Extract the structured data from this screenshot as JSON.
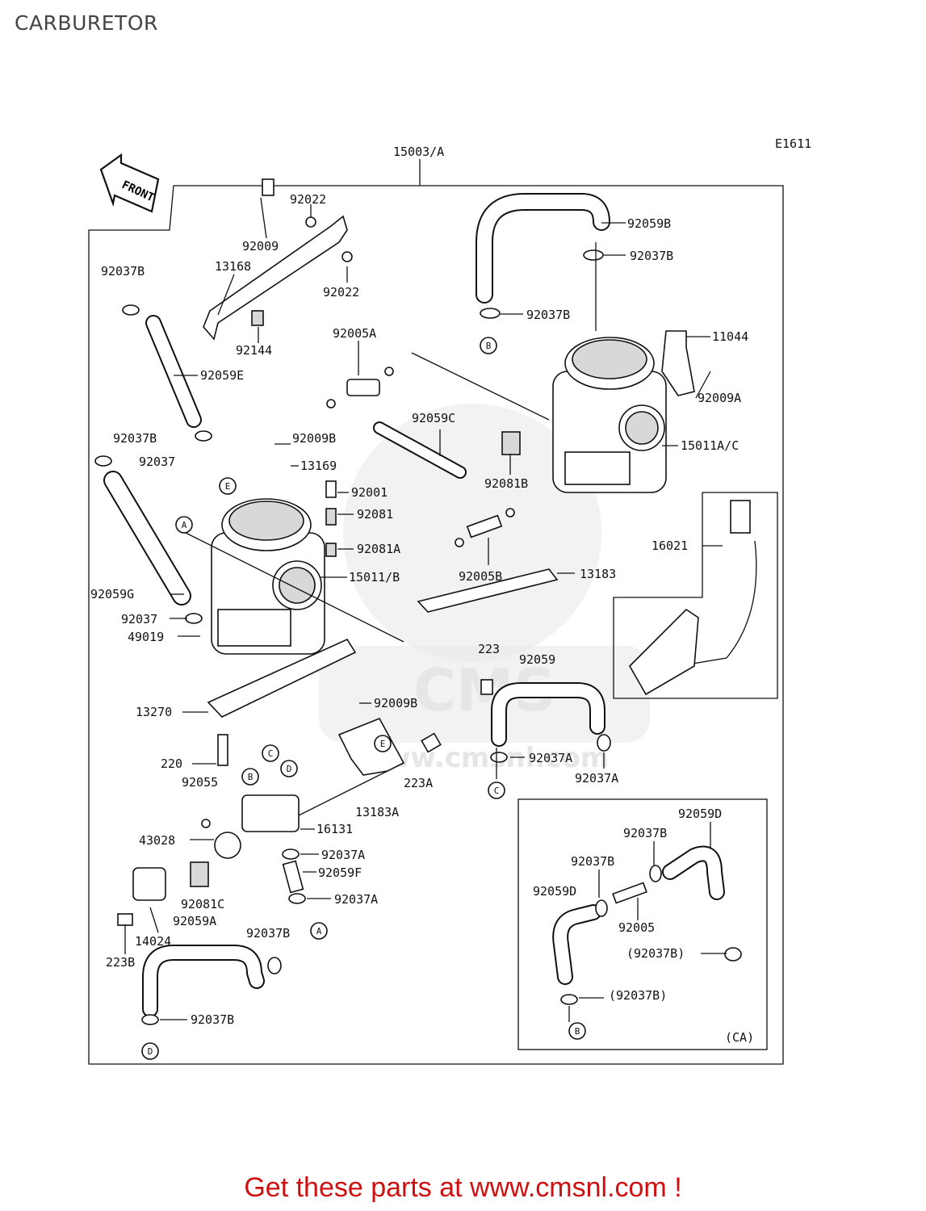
{
  "title": "CARBURETOR",
  "footer": "Get these parts at www.cmsnl.com !",
  "diagram_code": "E1611",
  "front_label": "FRONT",
  "watermark": "www.cmsnl.com",
  "callout_letters": [
    "A",
    "B",
    "C",
    "D",
    "E"
  ],
  "ca_label": "(CA)",
  "part_numbers": {
    "p15003a": "15003/A",
    "p92022a": "92022",
    "p92009": "92009",
    "p13168": "13168",
    "p92022b": "92022",
    "p92144": "92144",
    "p92037b_tl": "92037B",
    "p92059e": "92059E",
    "p92037b_l2": "92037B",
    "p92037_l": "92037",
    "p92009b_t": "92009B",
    "p13169": "13169",
    "p92005a": "92005A",
    "p92059c": "92059C",
    "p92059b": "92059B",
    "p92037b_r1": "92037B",
    "p92037b_r2": "92037B",
    "p11044": "11044",
    "p92009a": "92009A",
    "p15011ac": "15011A/C",
    "p92081b": "92081B",
    "p92001": "92001",
    "p92081": "92081",
    "p92081a": "92081A",
    "p15011b": "15011/B",
    "p92005b": "92005B",
    "p13183": "13183",
    "p16021": "16021",
    "p92059g": "92059G",
    "p92037_l2": "92037",
    "p49019": "49019",
    "p223": "223",
    "p92059": "92059",
    "p13270": "13270",
    "p92009b_b": "92009B",
    "p220": "220",
    "p223a": "223A",
    "p92037a_c": "92037A",
    "p92037a_r": "92037A",
    "p92055": "92055",
    "p13183a": "13183A",
    "p16131": "16131",
    "p43028": "43028",
    "p92037a_b1": "92037A",
    "p92059f": "92059F",
    "p92037a_b2": "92037A",
    "p92081c": "92081C",
    "p92059a": "92059A",
    "p14024": "14024",
    "p223b": "223B",
    "p92037b_b": "92037B",
    "p92037b_bb": "92037B",
    "p92059d_r": "92059D",
    "p92037b_ca1": "92037B",
    "p92037b_ca2": "92037B",
    "p92059d_l": "92059D",
    "p92005": "92005",
    "p92037b_ca3": "(92037B)",
    "p92037b_ca4": "(92037B)"
  }
}
